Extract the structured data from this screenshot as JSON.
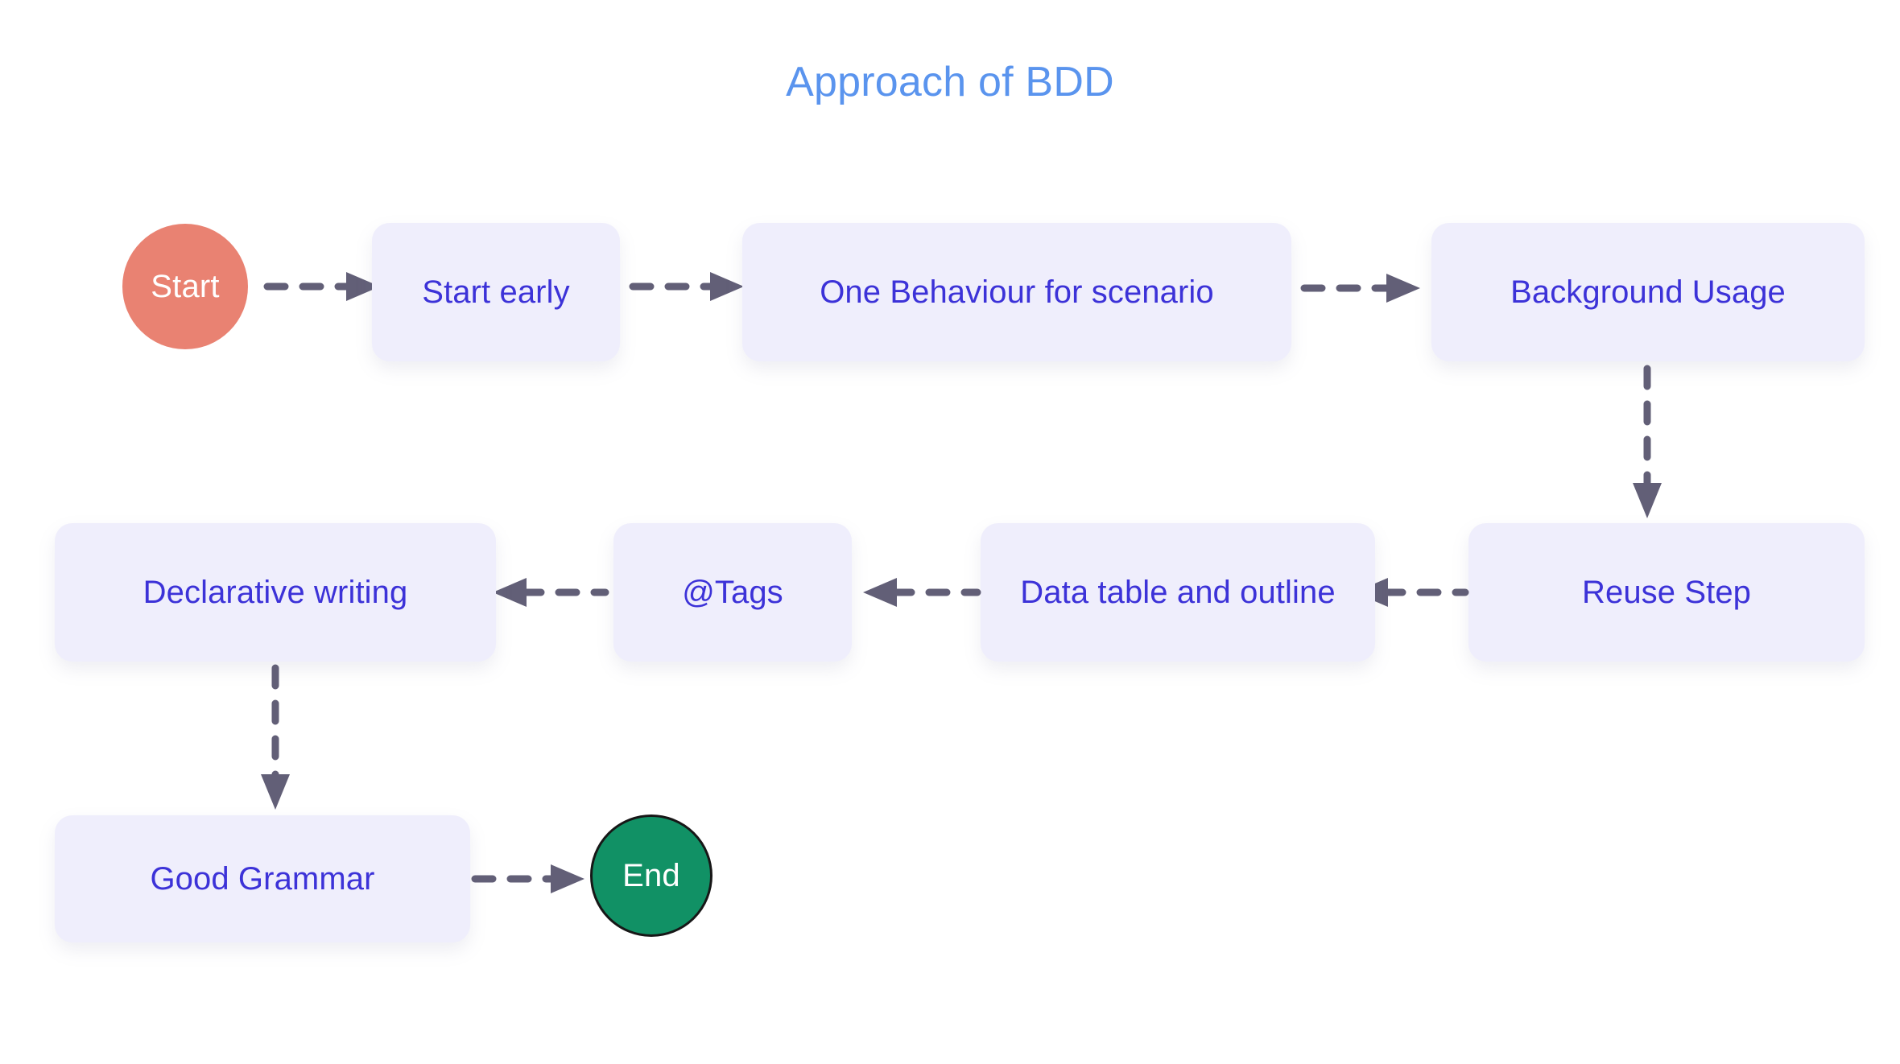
{
  "page": {
    "title": "Approach of BDD",
    "background_color": "#ffffff",
    "title_color": "#5a94ee"
  },
  "palette": {
    "box_fill": "#efeefc",
    "box_text": "#3c32d8",
    "start_fill": "#e98272",
    "end_fill": "#119165",
    "end_stroke": "#171717",
    "terminator_text": "#ffffff",
    "connector": "#625f77"
  },
  "diagram": {
    "type": "flowchart",
    "nodes": [
      {
        "id": "start",
        "label": "Start",
        "shape": "circle",
        "row": 1
      },
      {
        "id": "start-early",
        "label": "Start early",
        "shape": "rounded-rect",
        "row": 1
      },
      {
        "id": "one-behaviour",
        "label": "One Behaviour for scenario",
        "shape": "rounded-rect",
        "row": 1
      },
      {
        "id": "background-usage",
        "label": "Background Usage",
        "shape": "rounded-rect",
        "row": 1
      },
      {
        "id": "reuse-step",
        "label": "Reuse Step",
        "shape": "rounded-rect",
        "row": 2
      },
      {
        "id": "data-table",
        "label": "Data table and outline",
        "shape": "rounded-rect",
        "row": 2
      },
      {
        "id": "tags",
        "label": "@Tags",
        "shape": "rounded-rect",
        "row": 2
      },
      {
        "id": "declarative-writing",
        "label": "Declarative writing",
        "shape": "rounded-rect",
        "row": 2
      },
      {
        "id": "good-grammar",
        "label": "Good Grammar",
        "shape": "rounded-rect",
        "row": 3
      },
      {
        "id": "end",
        "label": "End",
        "shape": "circle",
        "row": 3
      }
    ],
    "edges": [
      {
        "from": "start",
        "to": "start-early",
        "style": "dashed",
        "direction": "right"
      },
      {
        "from": "start-early",
        "to": "one-behaviour",
        "style": "dashed",
        "direction": "right"
      },
      {
        "from": "one-behaviour",
        "to": "background-usage",
        "style": "dashed",
        "direction": "right"
      },
      {
        "from": "background-usage",
        "to": "reuse-step",
        "style": "dashed",
        "direction": "down"
      },
      {
        "from": "reuse-step",
        "to": "data-table",
        "style": "dashed",
        "direction": "left"
      },
      {
        "from": "data-table",
        "to": "tags",
        "style": "dashed",
        "direction": "left"
      },
      {
        "from": "tags",
        "to": "declarative-writing",
        "style": "dashed",
        "direction": "left"
      },
      {
        "from": "declarative-writing",
        "to": "good-grammar",
        "style": "dashed",
        "direction": "down"
      },
      {
        "from": "good-grammar",
        "to": "end",
        "style": "dashed",
        "direction": "right"
      }
    ]
  }
}
